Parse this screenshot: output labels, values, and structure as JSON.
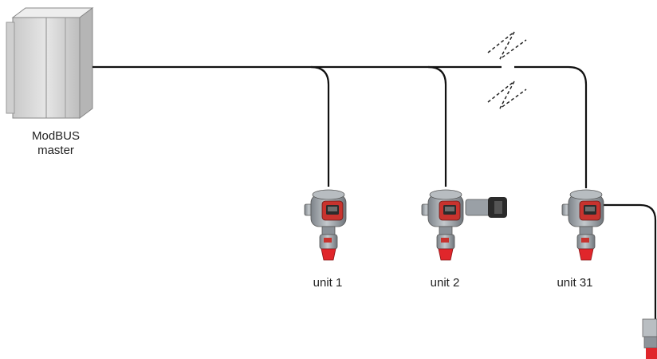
{
  "master": {
    "label_line1": "ModBUS",
    "label_line2": "master"
  },
  "units": [
    {
      "label": "unit 1"
    },
    {
      "label": "unit 2"
    },
    {
      "label": "unit 31"
    }
  ],
  "colors": {
    "bus_line": "#111111",
    "device_body": "#9aa0a6",
    "device_display": "#c8332e",
    "device_sensor_tip": "#e0262b",
    "master_cabinet": "#d9d9d9"
  },
  "icons": {
    "master": "modbus-master-cabinet-icon",
    "device": "gas-detector-transmitter-icon",
    "break": "cable-break-icon"
  }
}
